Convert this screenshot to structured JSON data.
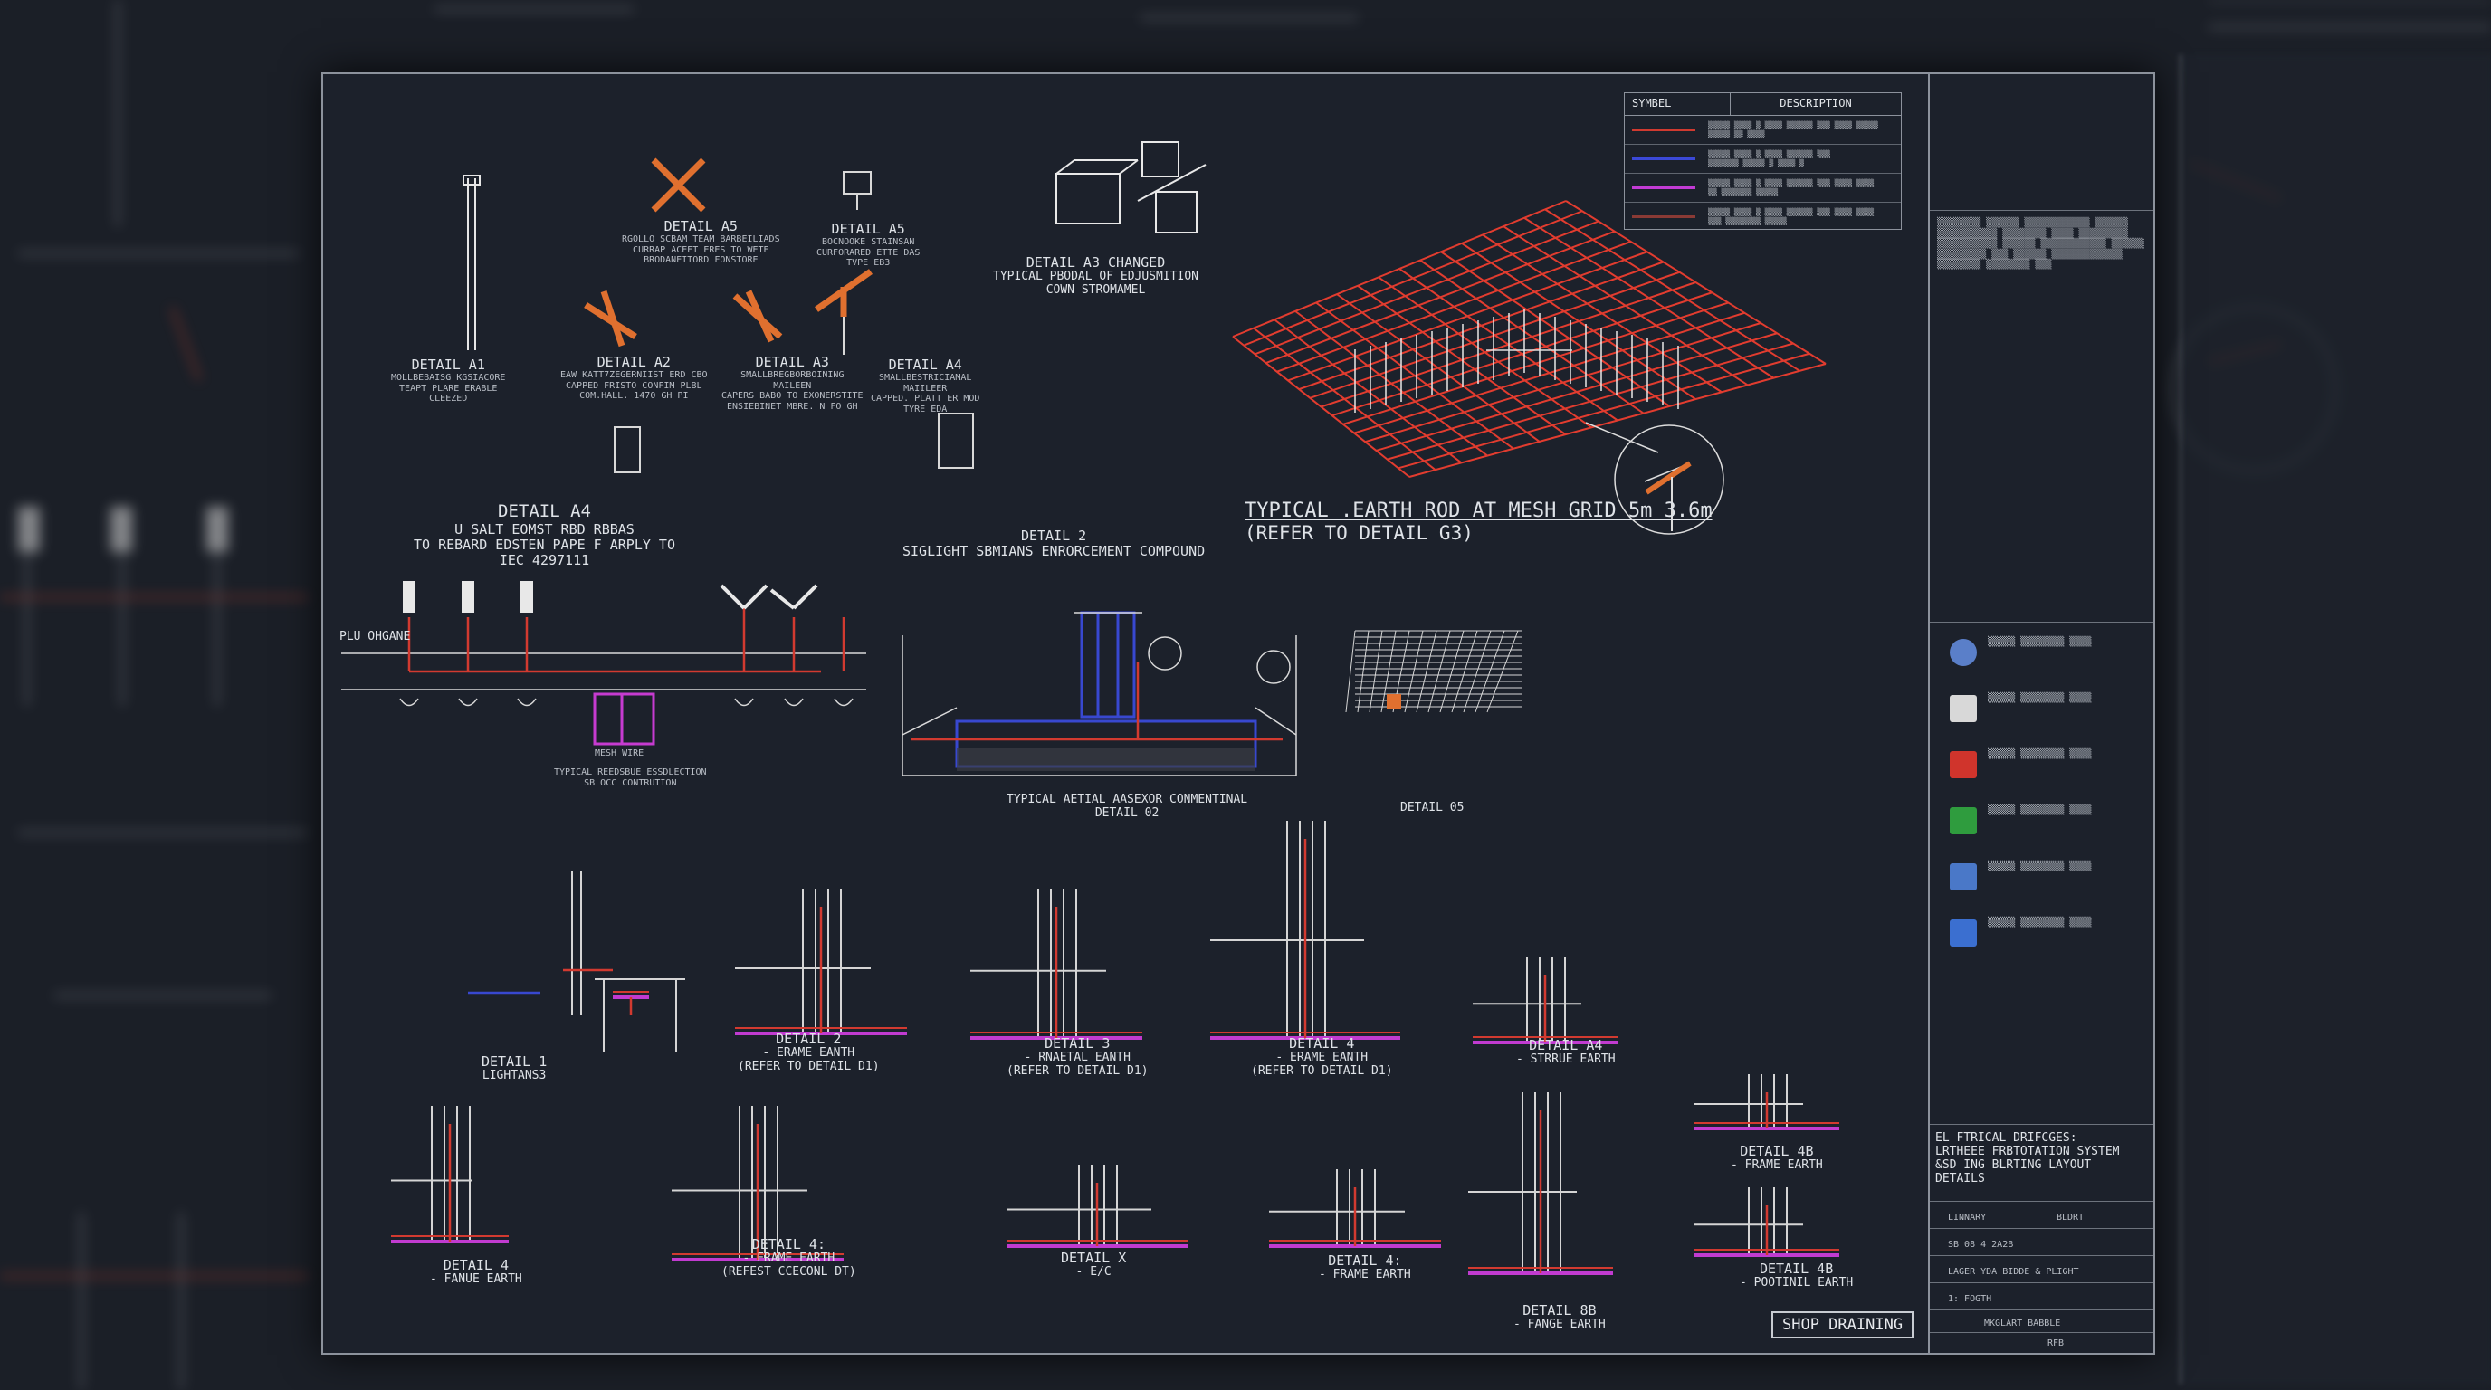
{
  "legend": {
    "symbol_header": "SYMBEL",
    "description_header": "DESCRIPTION",
    "swatch_colors": [
      "#d03a30",
      "#3b49d8",
      "#c23bd4",
      "#8a3a35"
    ]
  },
  "details": {
    "a1": {
      "title": "DETAIL A1",
      "lines": [
        "MOLLBEBAISG KGSIACORE",
        "TEAPT PLARE ERABLE",
        "CLEEZED"
      ]
    },
    "a2": {
      "title": "DETAIL A2",
      "lines": [
        "EAW KATT7ZEGERNIIST ERD CBO",
        "CAPPED FRISTO CONFIM PLBL",
        "COM.HALL. 1470 GH PI"
      ]
    },
    "a5_left": {
      "title": "DETAIL A5",
      "lines": [
        "RGOLLO SCBAM TEAM BARBEILIADS",
        "CURRAP ACEET ERES TO WETE",
        "BRODANEITORD FONSTORE"
      ]
    },
    "a5_right": {
      "title": "DETAIL A5",
      "lines": [
        "BOCNOOKE STAINSAN",
        "CURFORARED ETTE DAS",
        "TVPE EB3"
      ]
    },
    "a3": {
      "title": "DETAIL A3",
      "lines": [
        "SMALLBREGBORBOINING",
        "MAILEEN",
        "CAPERS BABO TO EXONERSTITE",
        "ENSIEBINET MBRE. N FO GH"
      ]
    },
    "a4_top": {
      "title": "DETAIL A4",
      "lines": [
        "SMALLBESTRICIAMAL",
        "MAIILEER",
        "CAPPED. PLATT ER MOD",
        "TYRE EDA"
      ]
    },
    "a3_changed": {
      "title": "DETAIL A3 CHANGED",
      "lines": [
        "TYPICAL PBODAL OF EDJUSMITION",
        "COWN STROMAMEL"
      ]
    },
    "a4_left": {
      "title": "DETAIL A4",
      "lines": [
        "U SALT EOMST RBD RBBAS",
        "TO REBARD EDSTEN PAPE F ARPLY TO",
        "IEC 4297111"
      ]
    },
    "d2": {
      "title": "DETAIL 2",
      "lines": [
        "SIGLIGHT SBMIANS ENRORCEMENT COMPOUND"
      ]
    },
    "mesh": {
      "title": "TYPICAL .EARTH ROD AT MESH GRID 5m 3.6m",
      "sub": "(REFER TO DETAIL G3)"
    },
    "typ_aerial": {
      "title": "TYPICAL AETIAL AASEXOR CONMENTINAL",
      "sub": "DETAIL 02"
    },
    "d05": {
      "title": "DETAIL 05"
    },
    "typ_riser": {
      "lines": [
        "TYPICAL REEDSBUE ESSDLECTION",
        "SB OCC CONTRUTION"
      ]
    },
    "mesh_lbl": {
      "title": "MESH WIRE"
    },
    "plugh": {
      "title": "PLU OHGANE"
    },
    "row3": [
      {
        "title": "DETAIL 1",
        "sub": "LIGHTANS3"
      },
      {
        "title": "DETAIL 2",
        "sub": "- ERAME EANTH",
        "sub2": "(REFER TO DETAIL D1)"
      },
      {
        "title": "DETAIL 3",
        "sub": "- RNAETAL EANTH",
        "sub2": "(REFER TO DETAIL D1)"
      },
      {
        "title": "DETAIL 4",
        "sub": "- ERAME EANTH",
        "sub2": "(REFER TO DETAIL D1)"
      },
      {
        "title": "DETAIL A4",
        "sub": "- STRRUE EARTH"
      }
    ],
    "row4": [
      {
        "title": "DETAIL 4",
        "sub": "- FANUE EARTH"
      },
      {
        "title": "DETAIL 4:",
        "sub": "- FRAME EARTH",
        "sub2": "(REFEST CCECONL DT)"
      },
      {
        "title": "DETAIL X",
        "sub": "- E/C"
      },
      {
        "title": "DETAIL 4:",
        "sub": "- FRAME EARTH"
      },
      {
        "title": "DETAIL 8B",
        "sub": "- FANGE EARTH"
      },
      {
        "title": "DETAIL 4B",
        "sub": "- FRAME EARTH"
      },
      {
        "title": "DETAIL 4B",
        "sub": "- POOTINIL EARTH"
      }
    ]
  },
  "stamp": "SHOP DRAINING",
  "title_block": {
    "project": [
      "EL FTRICAL DRIFCGES:",
      "LRTHEEE FRBTOTATION SYSTEM",
      "&SD ING BLRTING LAYOUT",
      "DETAILS"
    ],
    "fields": [
      {
        "k": "LINNARY",
        "v": "BLDRT"
      },
      {
        "k": "SB 08 4 2A2B",
        "v": ""
      },
      {
        "k": "LAGER YDA BIDDE & PLIGHT",
        "v": ""
      },
      {
        "k": "1: FOGTH",
        "v": ""
      },
      {
        "k": "MKGLART BABBLE",
        "v": ""
      },
      {
        "k": "",
        "v": "RFB"
      }
    ],
    "logo_colors": [
      "#5a7fc9",
      "#d8d8d8",
      "#d0342c",
      "#2f9c3e",
      "#4a78c8",
      "#3b6fd0"
    ]
  }
}
